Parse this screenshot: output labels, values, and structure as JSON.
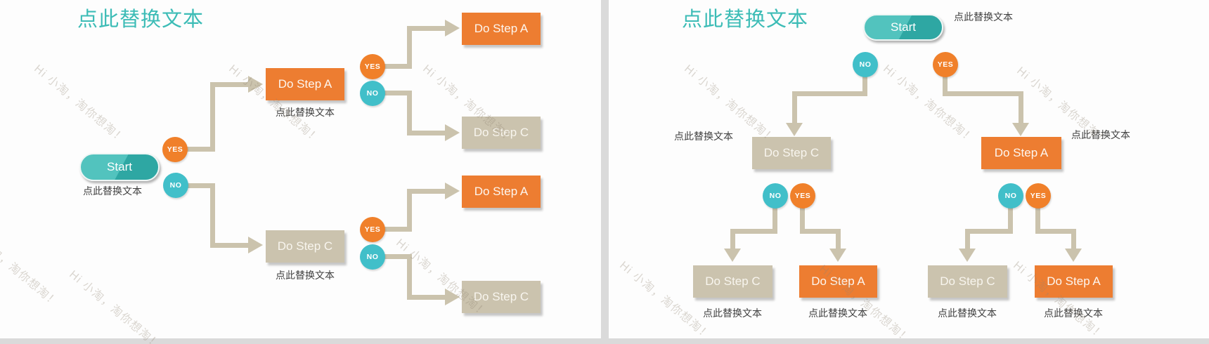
{
  "watermark": "Hi 小淘，淘你想淘！",
  "colors": {
    "title_teal": "#3CBCB6",
    "orange": "#ED7D31",
    "cyan": "#41BFC9",
    "tan": "#CBC3AE",
    "connector": "#CBC3AD",
    "start_teal_light": "#52C3BE",
    "start_teal_dark": "#2EA7A3",
    "caption_text": "#3F3F3F",
    "slide_bg": "#FDFDFD",
    "gap_gray": "#DADADA"
  },
  "left": {
    "title": "点此替换文本",
    "start": {
      "label": "Start",
      "caption": "点此替换文本"
    },
    "yes": "YES",
    "no": "NO",
    "branch_yes": {
      "box": {
        "label": "Do Step A",
        "caption": "点此替换文本"
      },
      "yes": "YES",
      "no": "NO",
      "leaf_yes": "Do Step A",
      "leaf_no": "Do Step C"
    },
    "branch_no": {
      "box": {
        "label": "Do Step C",
        "caption": "点此替换文本"
      },
      "yes": "YES",
      "no": "NO",
      "leaf_yes": "Do Step A",
      "leaf_no": "Do Step C"
    }
  },
  "right": {
    "title": "点此替换文本",
    "start": {
      "label": "Start",
      "caption": "点此替换文本"
    },
    "no": "NO",
    "yes": "YES",
    "branch_no": {
      "box": {
        "label": "Do Step C",
        "caption": "点此替换文本"
      },
      "no": "NO",
      "yes": "YES",
      "leaf_no": {
        "label": "Do Step C",
        "caption": "点此替换文本"
      },
      "leaf_yes": {
        "label": "Do Step A",
        "caption": "点此替换文本"
      }
    },
    "branch_yes": {
      "box": {
        "label": "Do Step A",
        "caption": "点此替换文本"
      },
      "no": "NO",
      "yes": "YES",
      "leaf_no": {
        "label": "Do Step C",
        "caption": "点此替换文本"
      },
      "leaf_yes": {
        "label": "Do Step A",
        "caption": "点此替换文本"
      }
    }
  }
}
